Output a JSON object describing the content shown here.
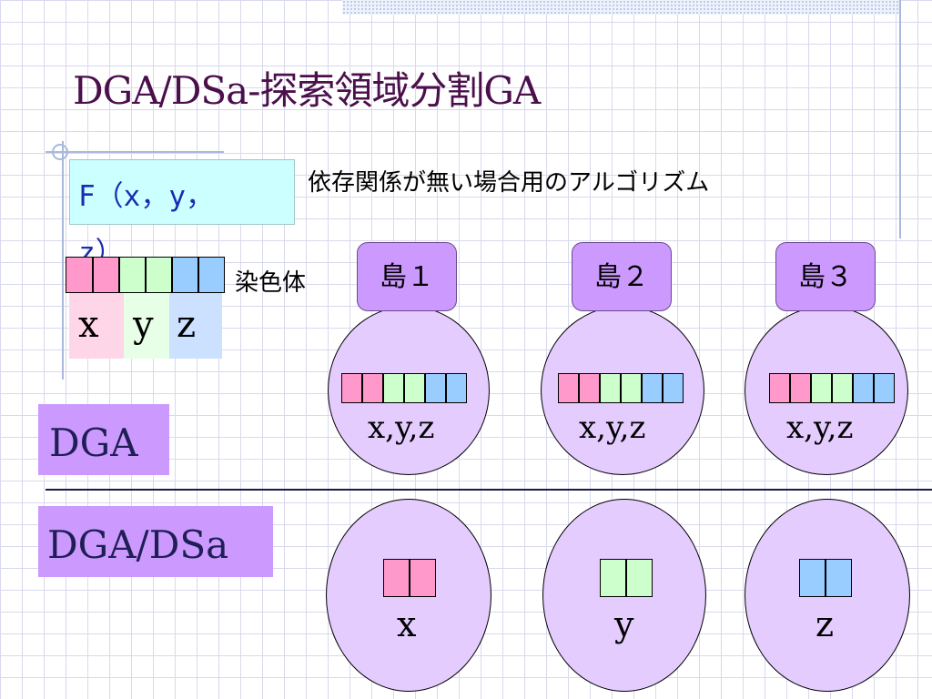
{
  "slide": {
    "title": "DGA/DSa-探索領域分割GA",
    "subtitle": "依存関係が無い場合用のアルゴリズム",
    "function_box": "F（x，y，\nz）",
    "chromosome_label": "染色体",
    "var_x": "x",
    "var_y": "y",
    "var_z": "z",
    "dga_label": "DGA",
    "dgadsa_label": "DGA/DSa"
  },
  "islands": [
    {
      "name": "島１",
      "dga_text": "x,y,z",
      "dsa_text": "x"
    },
    {
      "name": "島２",
      "dga_text": "x,y,z",
      "dsa_text": "y"
    },
    {
      "name": "島３",
      "dga_text": "x,y,z",
      "dsa_text": "z"
    }
  ],
  "colors": {
    "x": "#ff99cc",
    "y": "#ccffcc",
    "z": "#99ccff",
    "island_tag": "#cc99ff",
    "island_circle": "#e5ccff",
    "function_box": "#ccffff",
    "title": "#4b0f4b",
    "function_text": "#1a2cb0"
  }
}
